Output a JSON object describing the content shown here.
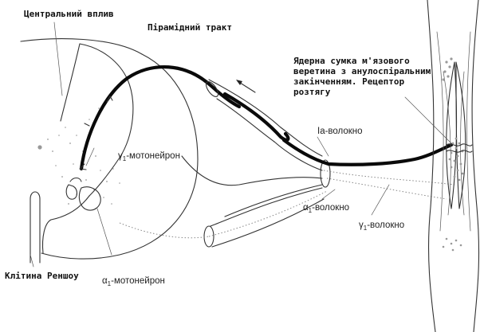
{
  "labels": {
    "central_influence": "Центральний вплив",
    "pyramidal_tract": "Пірамідний тракт",
    "nuclear_bag_line1": "Ядерна сумка м'язового",
    "nuclear_bag_line2": "веретина з анулоспіральним",
    "nuclear_bag_line3": "закінченням. Рецептор",
    "nuclear_bag_line4": "розтягу",
    "gamma1_motoneuron": "-мотонейрон",
    "ia_fiber": "Ia-волокно",
    "alpha1_fiber": "-волокно",
    "gamma1_fiber": "-волокно",
    "renshaw_cell": "Клітина Реншоу",
    "alpha1_motoneuron": "-мотонейрон",
    "gamma_symbol": "γ",
    "alpha_symbol": "α",
    "subscript_one": "1"
  }
}
